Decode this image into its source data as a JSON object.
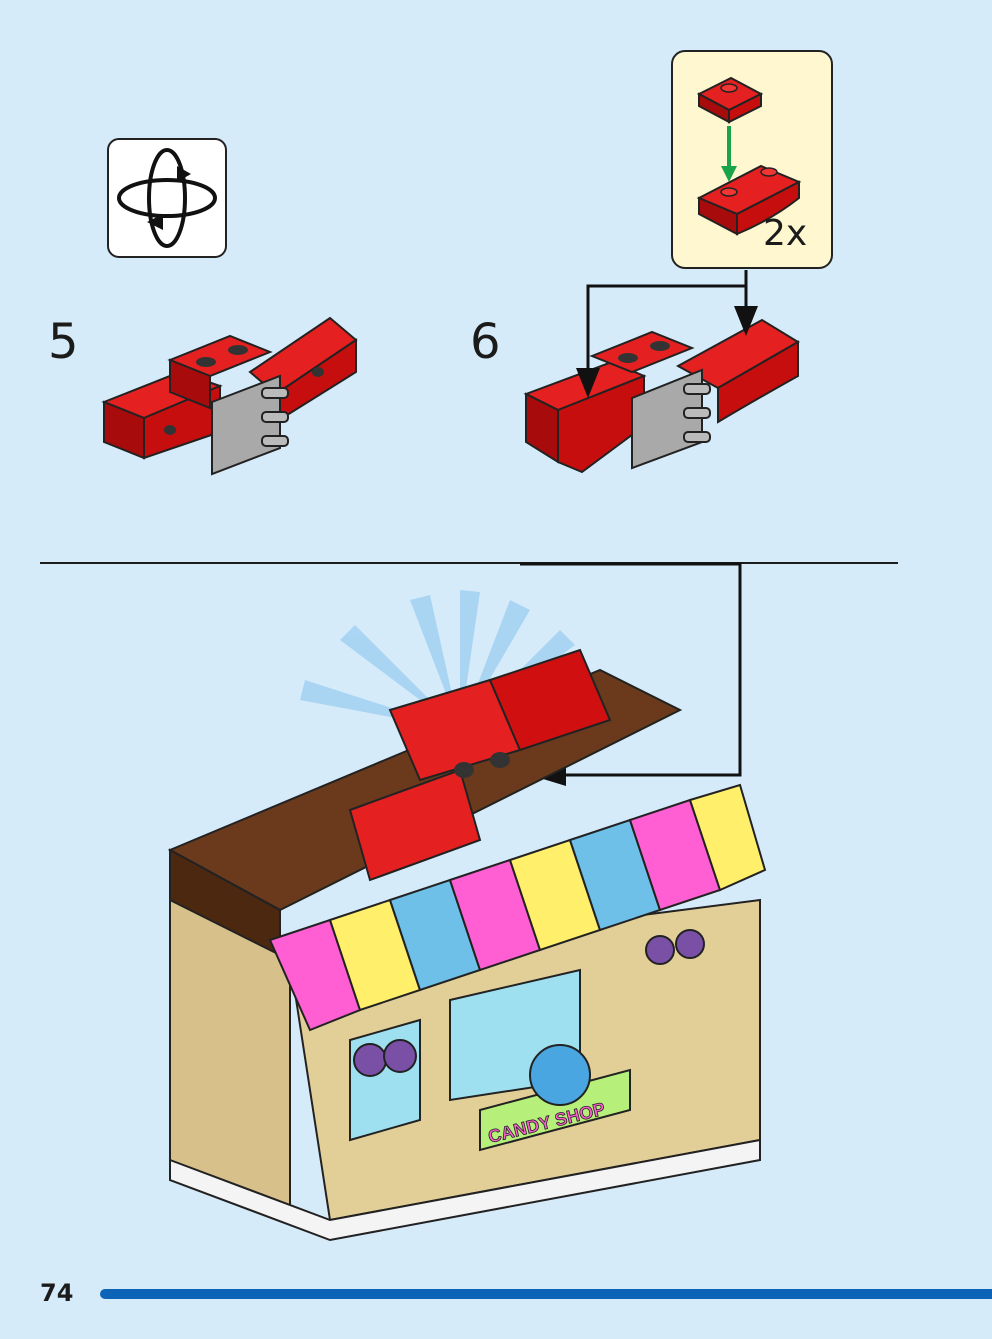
{
  "steps": [
    {
      "number": "5"
    },
    {
      "number": "6"
    }
  ],
  "callout": {
    "quantity": "2x"
  },
  "page": {
    "number": "74"
  },
  "model": {
    "sign_text": "CANDY SHOP"
  },
  "colors": {
    "background": "#d6ebfa",
    "callout_bg": "#fff7cf",
    "brick_red": "#e30d0d",
    "progress": "#0d63b5"
  },
  "icons": [
    "rotate-model-icon",
    "insert-arrow-icon"
  ]
}
